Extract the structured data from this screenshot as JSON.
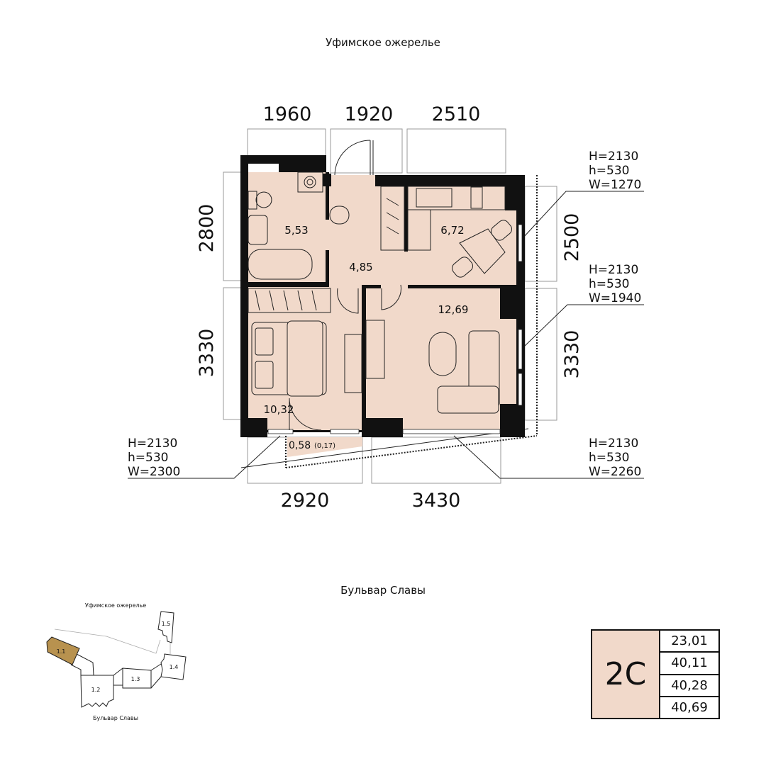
{
  "header": {
    "street_top": "Уфимское ожерелье",
    "street_bottom": "Бульвар Славы"
  },
  "dimensions": {
    "top": [
      "1960",
      "1920",
      "2510"
    ],
    "left": [
      "2800",
      "3330"
    ],
    "right": [
      "2500",
      "3330"
    ],
    "bottom": [
      "2920",
      "3430"
    ]
  },
  "windows": [
    {
      "H": "H=2130",
      "h": "h=530",
      "W": "W=1270"
    },
    {
      "H": "H=2130",
      "h": "h=530",
      "W": "W=1940"
    },
    {
      "H": "H=2130",
      "h": "h=530",
      "W": "W=2260"
    },
    {
      "H": "H=2130",
      "h": "h=530",
      "W": "W=2300"
    }
  ],
  "rooms": {
    "bathroom": "5,53",
    "hallway": "4,85",
    "kitchen": "6,72",
    "living": "12,69",
    "bedroom": "10,32",
    "balcony": "0,58",
    "balcony_reduced": "(0,17)"
  },
  "site_map": {
    "title_top": "Уфимское ожерелье",
    "title_bottom": "Бульвар Славы",
    "sections": [
      "1.1",
      "1.2",
      "1.3",
      "1.4",
      "1.5"
    ],
    "highlight_color": "#b8924f"
  },
  "spec": {
    "type": "2С",
    "areas": [
      "23,01",
      "40,11",
      "40,28",
      "40,69"
    ]
  },
  "colors": {
    "floor": "#f1d9ca",
    "wall": "#111111"
  }
}
